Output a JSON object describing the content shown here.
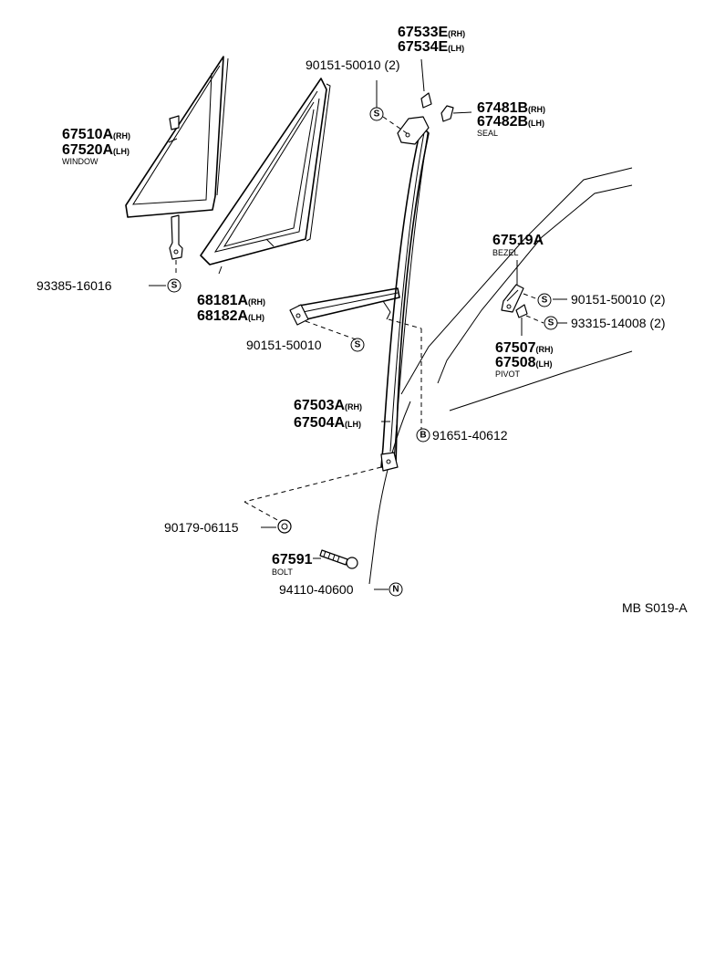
{
  "parts": {
    "p67533": {
      "no1": "67533E",
      "s1": "(RH)",
      "no2": "67534E",
      "s2": "(LH)"
    },
    "p90151_top": {
      "text": "90151-50010 (2)"
    },
    "p67481": {
      "no1": "67481B",
      "s1": "(RH)",
      "no2": "67482B",
      "s2": "(LH)",
      "name": "SEAL"
    },
    "p67510": {
      "no1": "67510A",
      "s1": "(RH)",
      "no2": "67520A",
      "s2": "(LH)",
      "name": "WINDOW"
    },
    "p93385": {
      "text": "93385-16016"
    },
    "p68181": {
      "no1": "68181A",
      "s1": "(RH)",
      "no2": "68182A",
      "s2": "(LH)"
    },
    "p90151_mid": {
      "text": "90151-50010"
    },
    "p67519": {
      "no": "67519A",
      "name": "BEZEL"
    },
    "p90151_right": {
      "text": "90151-50010 (2)"
    },
    "p93315": {
      "text": "93315-14008 (2)"
    },
    "p67507": {
      "no1": "67507",
      "s1": "(RH)",
      "no2": "67508",
      "s2": "(LH)",
      "name": "PIVOT"
    },
    "p67503": {
      "no1": "67503A",
      "s1": "(RH)",
      "no2": "67504A",
      "s2": "(LH)"
    },
    "p91651": {
      "text": "91651-40612"
    },
    "p90179": {
      "text": "90179-06115"
    },
    "p67591": {
      "no": "67591",
      "name": "BOLT"
    },
    "p94110": {
      "text": "94110-40600"
    }
  },
  "symbols": {
    "s": "S",
    "b": "B",
    "n": "N"
  },
  "diagram_code": "MB S019-A"
}
